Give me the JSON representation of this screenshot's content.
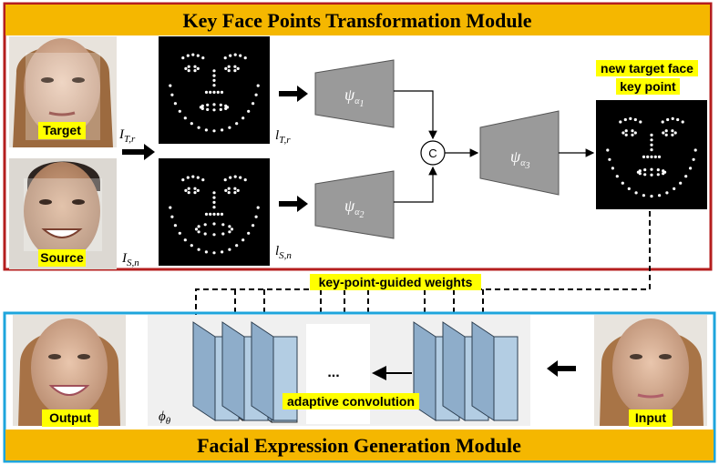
{
  "titles": {
    "top": "Key Face Points Transformation Module",
    "bottom": "Facial Expression Generation Module"
  },
  "labels": {
    "target": "Target",
    "source": "Source",
    "new_target_line1": "new target face",
    "new_target_line2": "key point",
    "weights": "key-point-guided weights",
    "adaptive": "adaptive convolution",
    "output": "Output",
    "input": "Input",
    "concat": "C",
    "ellipsis": "..."
  },
  "math": {
    "I_T": "I",
    "I_T_sub": "T,r",
    "I_S": "I",
    "I_S_sub": "S,n",
    "l_T": "l",
    "l_T_sub": "T,r",
    "l_S": "l",
    "l_S_sub": "S,n",
    "psi": "ψ",
    "alpha": "α",
    "a1": "1",
    "a2": "2",
    "a3": "3",
    "phi": "ϕ",
    "theta": "θ"
  },
  "colors": {
    "top_border": "#b41e1e",
    "bottom_border": "#1ea5dc",
    "title_fill": "#f5b700",
    "highlight": "#ffff00",
    "network": "#9a9a9a",
    "conv_front": "#a9c4dc",
    "conv_side": "#7f9fbf"
  }
}
